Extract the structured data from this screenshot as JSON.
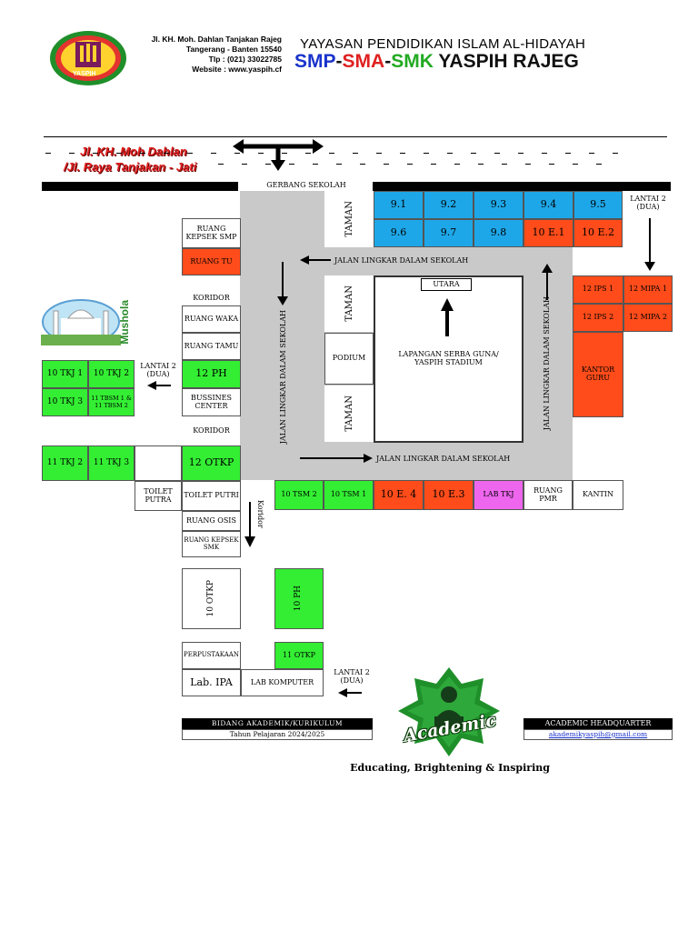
{
  "header": {
    "logo_text": "YASPIH",
    "address": [
      "Jl. KH. Moh. Dahlan Tanjakan Rajeg",
      "Tangerang - Banten 15540",
      "Tlp : (021) 33022785",
      "Website : www.yaspih.cf"
    ],
    "foundation": "YAYASAN PENDIDIKAN ISLAM AL-HIDAYAH",
    "schools": [
      "SMP",
      "SMA",
      "SMK"
    ],
    "school_suffix": "YASPIH RAJEG",
    "colors": {
      "smp": "#1a33cc",
      "sma": "#e02020",
      "smk": "#22aa22",
      "dark": "#111111"
    }
  },
  "street": {
    "line1": "Jl. KH. Moh Dahlan",
    "line2": "/Jl. Raya Tanjakan - Jati",
    "color": "#e02020"
  },
  "gate": "GERBANG SEKOLAH",
  "rooms_top": {
    "row1": [
      "9.1",
      "9.2",
      "9.3",
      "9.4",
      "9.5"
    ],
    "row2": [
      "9.6",
      "9.7",
      "9.8",
      "10 E.1",
      "10 E.2"
    ]
  },
  "taman": "TAMAN",
  "lantai_dua": "LANTAI 2 (DUA)",
  "ring_road": "JALAN LINGKAR DALAM SEKOLAH",
  "field": {
    "north": "UTARA",
    "name": "LAPANGAN SERBA GUNA/ YASPIH STADIUM"
  },
  "podium": "PODIUM",
  "left_column": {
    "kepsek_smp": "RUANG KEPSEK SMP",
    "ruang_tu": "RUANG TU",
    "koridor": "KORIDOR",
    "waka": "RUANG WAKA",
    "tamu": "RUANG TAMU",
    "ph12": "12 PH",
    "business": "BUSSINES CENTER",
    "otkp12": "12 OTKP",
    "toilet_putri": "TOILET PUTRI",
    "toilet_putra": "TOILET PUTRA",
    "osis": "RUANG OSIS",
    "kepsek_smk": "RUANG KEPSEK SMK",
    "otkp10": "10 OTKP",
    "ph10": "10 PH",
    "perpus": "PERPUSTAKAAN",
    "otkp11": "11 OTKP",
    "lab_ipa": "Lab. IPA",
    "lab_komputer": "LAB KOMPUTER",
    "koridor_side": "Koridor"
  },
  "mushola": "Mushola",
  "tkj": {
    "a": "10 TKJ 1",
    "b": "10 TKJ 2",
    "c": "10 TKJ 3",
    "d": "11 TBSM 1 & 11 TBSM 2",
    "e": "11 TKJ 2",
    "f": "11 TKJ 3"
  },
  "right_block": {
    "ips1": "12 IPS 1",
    "mipa1": "12 MIPA 1",
    "ips2": "12 IPS 2",
    "mipa2": "12 MIPA 2",
    "kantor": "KANTOR GURU"
  },
  "bottom_row": [
    "10 TSM 2",
    "10 TSM 1",
    "10 E. 4",
    "10 E.3",
    "LAB TKJ",
    "RUANG PMR",
    "KANTIN"
  ],
  "footer": {
    "bidang": "BIDANG AKADEMIK/KURIKULUM",
    "tahun": "Tahun Pelajaran 2024/2025",
    "hq": "ACADEMIC HEADQUARTER",
    "email": "akademikyaspih@gmail.com",
    "badge": "Academic",
    "tagline": "Educating, Brightening & Inspiring"
  }
}
